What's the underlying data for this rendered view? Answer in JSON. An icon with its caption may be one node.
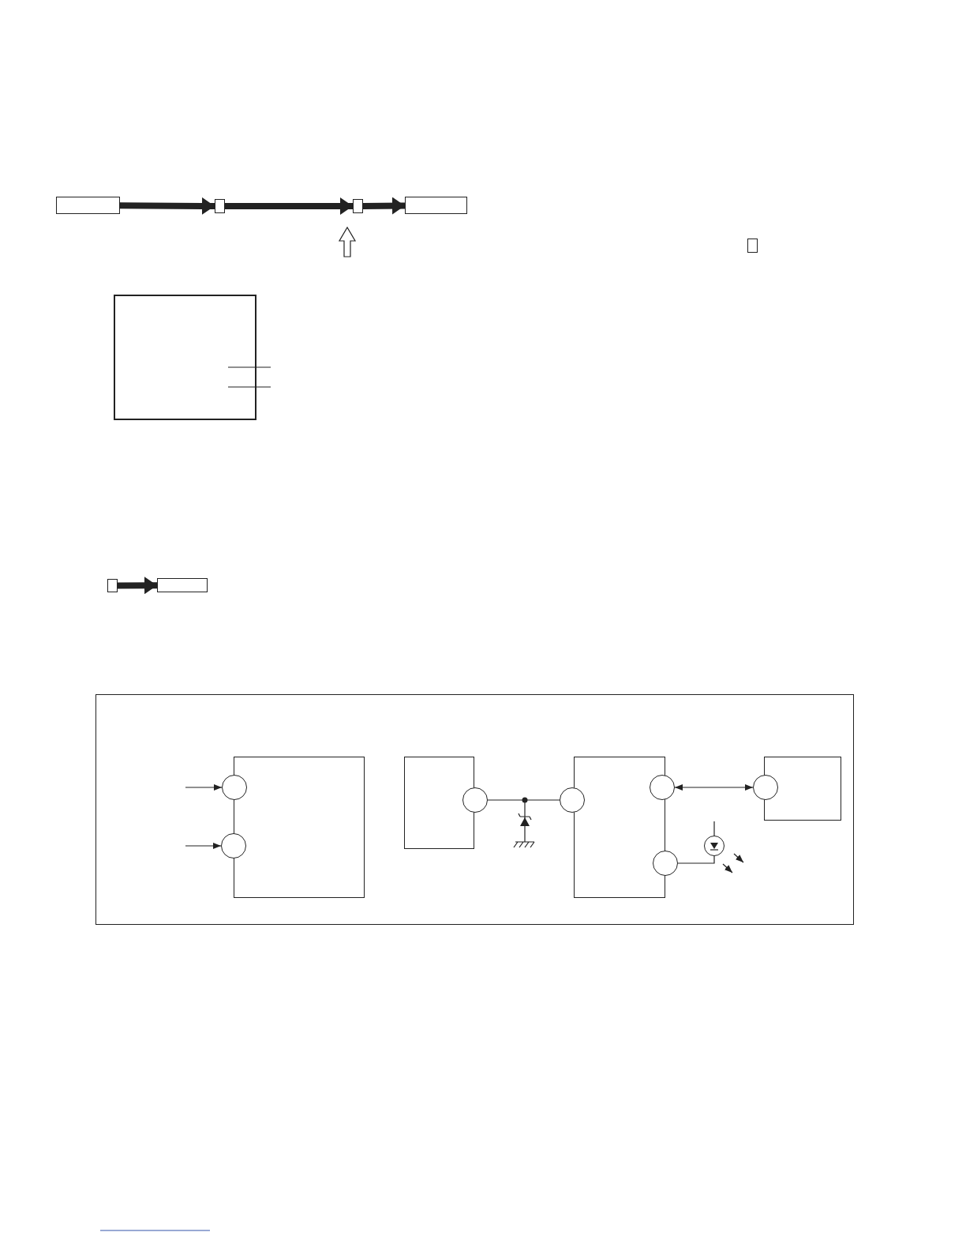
{
  "diagram": {
    "nodes": [
      {
        "text": [],
        "shape": "box"
      },
      {
        "text": [],
        "shape": "box"
      },
      {
        "text": [],
        "shape": "box"
      },
      {
        "text": [],
        "shape": "box"
      },
      {
        "text": [],
        "shape": "box"
      },
      {
        "text": [],
        "shape": "box"
      },
      {
        "text": [],
        "shape": "box"
      },
      {
        "text": [],
        "shape": "box"
      },
      {
        "text": [],
        "shape": "box"
      },
      {
        "text": [],
        "shape": "box",
        "in": 8
      },
      {
        "text": [],
        "shape": "circle",
        "in": 8
      },
      {
        "text": [],
        "shape": "circle",
        "in": 8
      },
      {
        "text": [],
        "shape": "box",
        "in": 8
      },
      {
        "text": [],
        "shape": "circle",
        "in": 8
      },
      {
        "text": [],
        "shape": "box",
        "in": 8
      },
      {
        "text": [],
        "shape": "circle",
        "in": 8
      },
      {
        "text": [],
        "shape": "circle",
        "in": 8
      },
      {
        "text": [],
        "shape": "circle",
        "in": 8
      },
      {
        "text": [],
        "shape": "box",
        "in": 8
      },
      {
        "text": [],
        "shape": "circle",
        "in": 8
      },
      {
        "text": [],
        "shape": "circle",
        "in": 8
      }
    ],
    "edges": [
      {
        "from": 0,
        "to": 1,
        "arrow": "to",
        "style": "thick"
      },
      {
        "from": 1,
        "to": 2,
        "arrow": "to",
        "style": "thick"
      },
      {
        "from": 2,
        "to": 3,
        "arrow": "to",
        "style": "thick"
      },
      {
        "from": 6,
        "to": 7,
        "arrow": "to",
        "style": "thick"
      },
      {
        "from": null,
        "to": 10,
        "arrow": "to"
      },
      {
        "from": null,
        "to": 11,
        "arrow": "to"
      },
      {
        "from": 13,
        "to": 15,
        "arrow": "none"
      },
      {
        "from": 16,
        "to": 19,
        "arrow": "both"
      },
      {
        "from": 17,
        "to": 20,
        "arrow": "none"
      },
      {
        "from": 20,
        "to": null,
        "arrow": "none"
      }
    ]
  }
}
